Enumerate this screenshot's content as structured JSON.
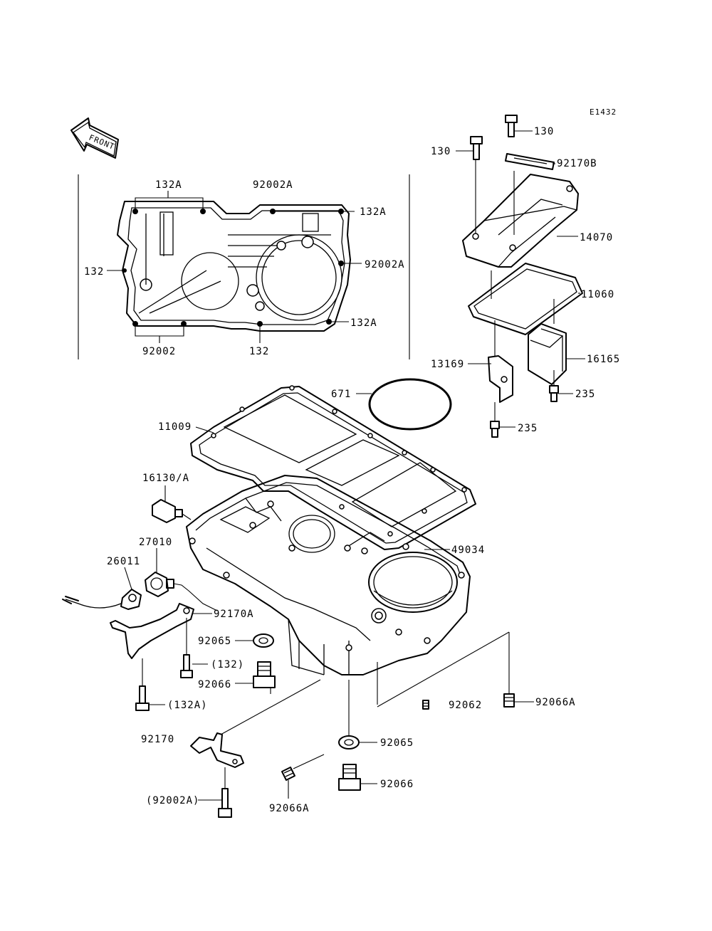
{
  "diagram_code": "E1432",
  "front_arrow_label": "FRONT",
  "labels": {
    "l132A_top": "132A",
    "l92002A_top": "92002A",
    "l132A_right_top": "132A",
    "l132_left": "132",
    "l92002A_right": "92002A",
    "l132A_right_bottom": "132A",
    "l92002_bottom": "92002",
    "l132_bottom": "132",
    "l130_top": "130",
    "l130_left": "130",
    "l92170B": "92170B",
    "l14070": "14070",
    "l11060": "11060",
    "l13169": "13169",
    "l16165": "16165",
    "l235_right": "235",
    "l235_bottom": "235",
    "l671": "671",
    "l11009": "11009",
    "l16130A": "16130/A",
    "l27010": "27010",
    "l49034": "49034",
    "l26011": "26011",
    "l92170A": "92170A",
    "l92065_left": "92065",
    "l132_paren": "(132)",
    "l92066_left": "92066",
    "l132A_paren": "(132A)",
    "l92062": "92062",
    "l92066A_right": "92066A",
    "l92170": "92170",
    "l92065_bottom": "92065",
    "l92066_bottom": "92066",
    "l92002A_paren": "(92002A)",
    "l92066A_bottom": "92066A"
  }
}
